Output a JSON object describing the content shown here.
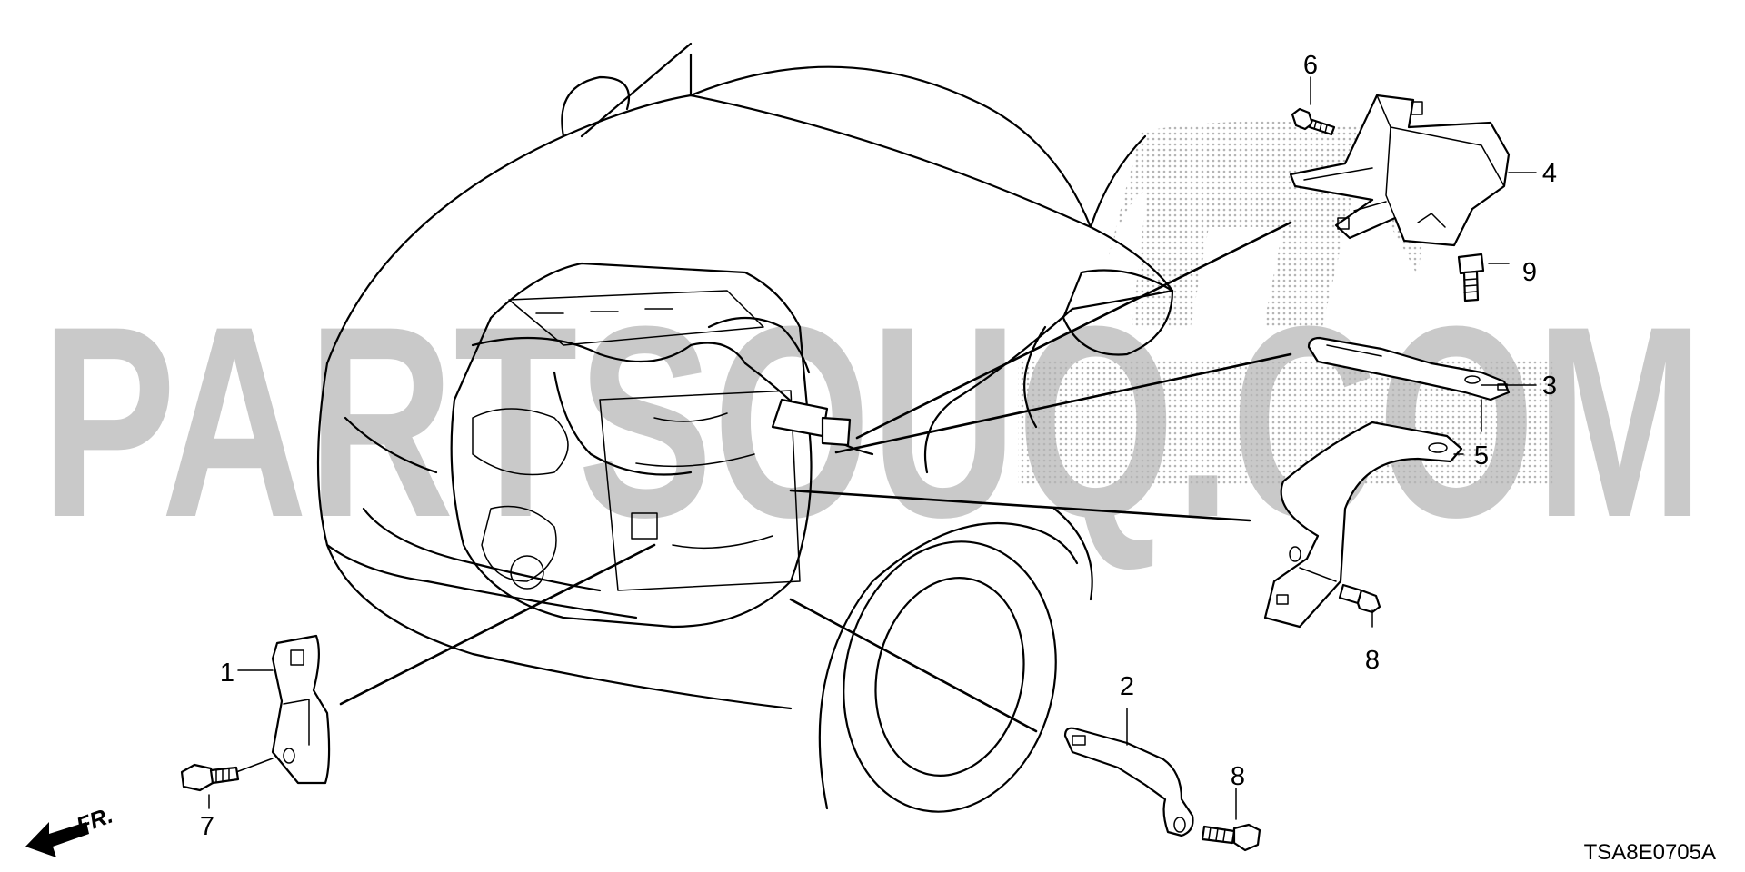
{
  "watermark": {
    "text": "PARTSOUQ.COM",
    "color": "#c9c9c9"
  },
  "callouts": [
    {
      "id": "1",
      "label": "1"
    },
    {
      "id": "2",
      "label": "2"
    },
    {
      "id": "3",
      "label": "3"
    },
    {
      "id": "4",
      "label": "4"
    },
    {
      "id": "5",
      "label": "5"
    },
    {
      "id": "6",
      "label": "6"
    },
    {
      "id": "7",
      "label": "7"
    },
    {
      "id": "8a",
      "label": "8"
    },
    {
      "id": "8b",
      "label": "8"
    },
    {
      "id": "9",
      "label": "9"
    }
  ],
  "direction_label": "FR.",
  "diagram_code": "TSA8E0705A",
  "icons": [
    "front-direction-arrow-icon",
    "honda-logo-icon"
  ]
}
